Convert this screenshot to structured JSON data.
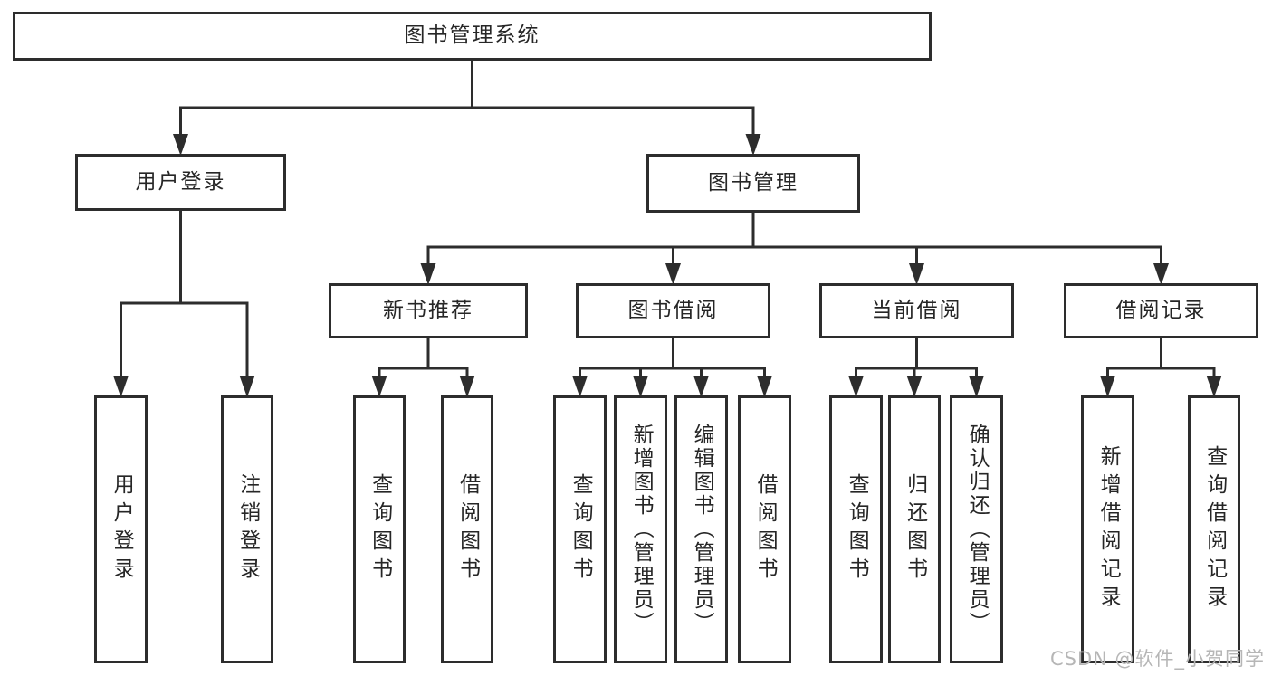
{
  "colors": {
    "line": "#2d2d2d",
    "node_border": "#2d2d2d",
    "node_text": "#262626",
    "background": "#ffffff",
    "watermark": "#b6b6b6"
  },
  "watermark": "CSDN @软件_小贺同学",
  "tree": {
    "id": "root",
    "label": "图书管理系统",
    "children": [
      {
        "id": "user-login",
        "label": "用户登录",
        "children": [
          {
            "id": "login",
            "label": "用户登录"
          },
          {
            "id": "logout",
            "label": "注销登录"
          }
        ]
      },
      {
        "id": "book-mgmt",
        "label": "图书管理",
        "children": [
          {
            "id": "new-book-rec",
            "label": "新书推荐",
            "children": [
              {
                "id": "rec-query-book",
                "label": "查询图书"
              },
              {
                "id": "rec-borrow-book",
                "label": "借阅图书"
              }
            ]
          },
          {
            "id": "book-borrow",
            "label": "图书借阅",
            "children": [
              {
                "id": "bb-query-book",
                "label": "查询图书"
              },
              {
                "id": "bb-add-book",
                "label": "新增图书（管理员）"
              },
              {
                "id": "bb-edit-book",
                "label": "编辑图书（管理员）"
              },
              {
                "id": "bb-borrow-book",
                "label": "借阅图书"
              }
            ]
          },
          {
            "id": "current-borrow",
            "label": "当前借阅",
            "children": [
              {
                "id": "cb-query-book",
                "label": "查询图书"
              },
              {
                "id": "cb-return-book",
                "label": "归还图书"
              },
              {
                "id": "cb-confirm-return",
                "label": "确认归还（管理员）"
              }
            ]
          },
          {
            "id": "borrow-records",
            "label": "借阅记录",
            "children": [
              {
                "id": "br-add-record",
                "label": "新增借阅记录"
              },
              {
                "id": "br-query-record",
                "label": "查询借阅记录"
              }
            ]
          }
        ]
      }
    ]
  }
}
